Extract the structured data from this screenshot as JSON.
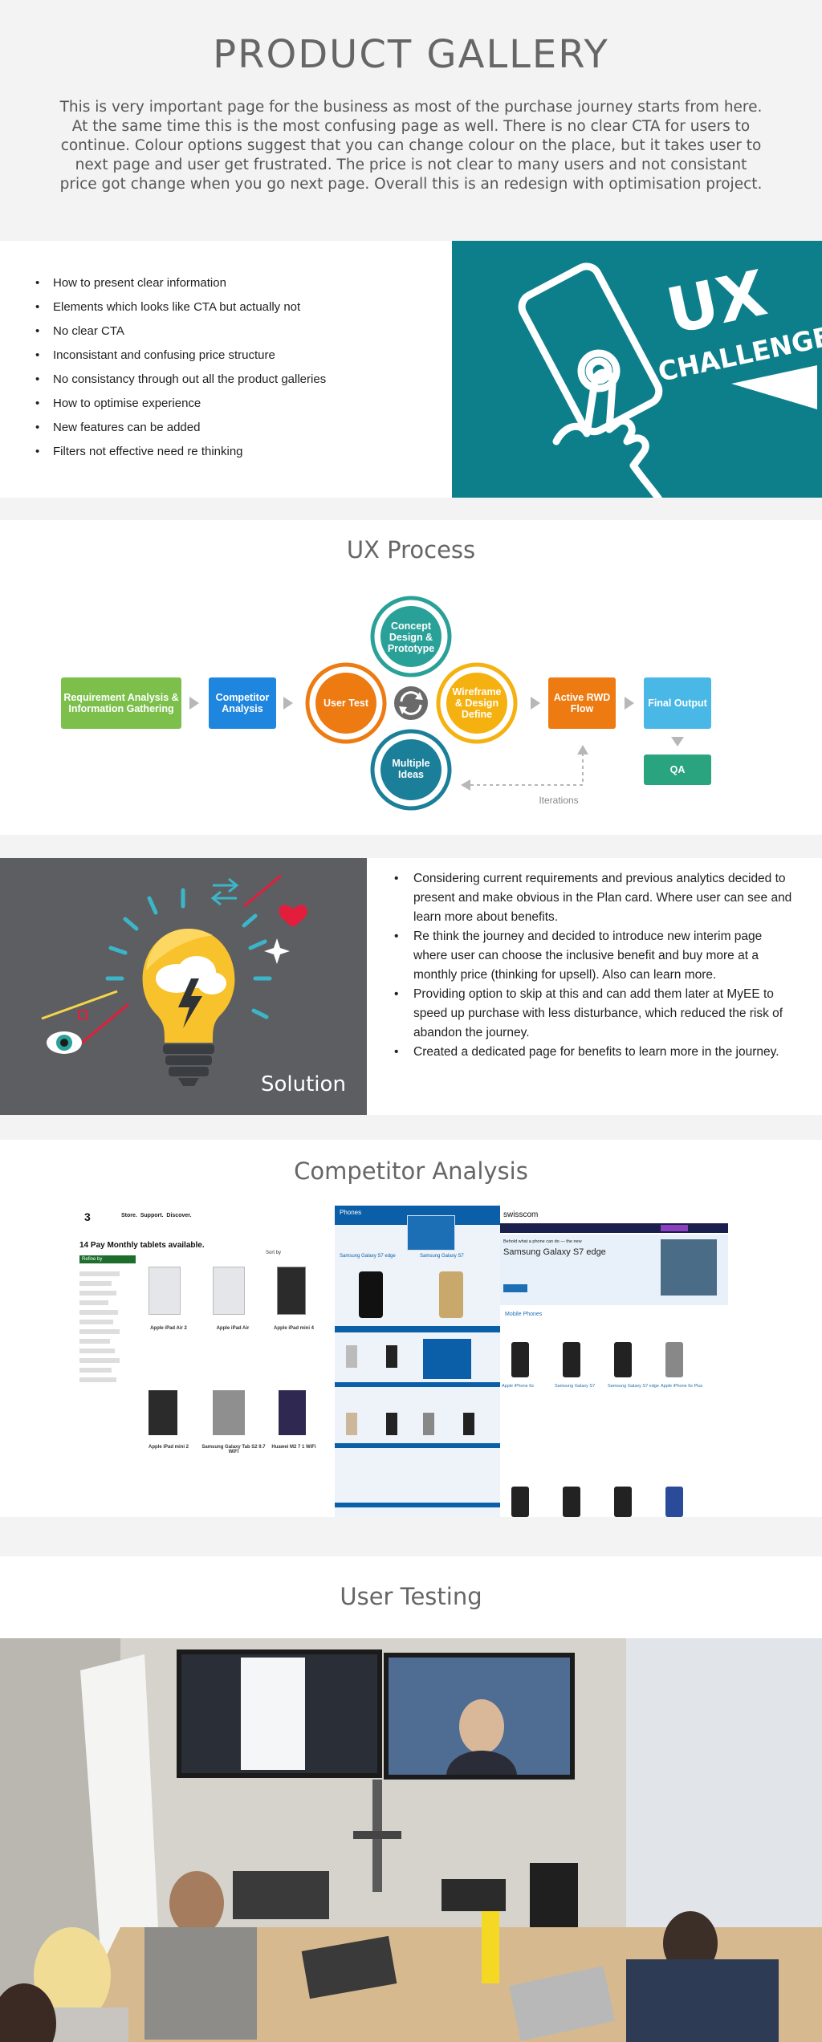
{
  "hero": {
    "title": "PRODUCT GALLERY",
    "description": "This is very important page for the business as most of the purchase journey starts from here. At the same time this is the most confusing page as well. There is no clear CTA for users to continue. Colour options suggest that you can change colour on the place, but it takes user to next page and user get frustrated. The price is not clear to many users and not consistant price got change when you go next page. Overall this is an redesign with optimisation project."
  },
  "challenge": {
    "items": [
      "How to present clear information",
      "Elements which looks like CTA but actually not",
      "No clear CTA",
      "Inconsistant and confusing price structure",
      "No consistancy through out all the product galleries",
      "How to optimise experience",
      "New features can be added",
      "Filters not effective need re thinking"
    ],
    "banner": {
      "word1": "UX",
      "word2": "CHALLENGE",
      "bg": "#0d7f8b"
    }
  },
  "process": {
    "title": "UX Process",
    "steps": {
      "requirement": "Requirement Analysis & Information Gathering",
      "competitor": "Competitor Analysis",
      "concept": "Concept Design & Prototype",
      "user_test": "User Test",
      "wireframe": "Wireframe & Design Define",
      "multiple": "Multiple Ideas",
      "active": "Active RWD Flow",
      "final": "Final Output",
      "qa": "QA"
    },
    "iterations": "Iterations",
    "colors": {
      "green": "#7cc04b",
      "blue": "#1f86e0",
      "teal": "#2aa198",
      "orange": "#ee7a12",
      "yellow": "#f5b10f",
      "navy": "#1b7f99",
      "sky": "#4ab8e6",
      "qa": "#2aa47f"
    }
  },
  "solution": {
    "label": "Solution",
    "items": [
      "Considering current requirements and previous analytics decided to present and make obvious in the Plan card. Where user can see and learn more about benefits.",
      "Re think the journey and decided to introduce new interim page where user can choose the inclusive benefit and buy more at a monthly price (thinking for upsell). Also can learn more.",
      "Providing option to skip at this and can add them later at MyEE to speed up purchase with less disturbance, which reduced the risk of abandon the journey.",
      "Created a dedicated page for benefits to learn more in the journey."
    ]
  },
  "competitor": {
    "title": "Competitor Analysis",
    "shot1": {
      "logo": "3",
      "nav": [
        "Store.",
        "Support.",
        "Discover."
      ],
      "heading": "14 Pay Monthly tablets available.",
      "filter": "Refine by",
      "sort": "Sort by",
      "products": [
        "Apple iPad Air 2",
        "Apple iPad Air",
        "Apple iPad mini 4",
        "Apple iPad mini 2",
        "Samsung Galaxy Tab S2 9.7 WiFi",
        "Huawei M2 7 1 WiFi"
      ]
    },
    "shot2": {
      "tab": "Phones",
      "label1": "Samsung Galaxy S7 edge",
      "label2": "Samsung Galaxy S7"
    },
    "shot3": {
      "brand": "swisscom",
      "promo_line": "Behold what a phone can do — the new",
      "promo_title": "Samsung Galaxy S7 edge",
      "section": "Mobile Phones",
      "products": [
        "Apple iPhone 6s",
        "Samsung Galaxy S7",
        "Samsung Galaxy S7 edge",
        "Apple iPhone 6s Plus"
      ]
    }
  },
  "testing": {
    "title": "User Testing"
  }
}
